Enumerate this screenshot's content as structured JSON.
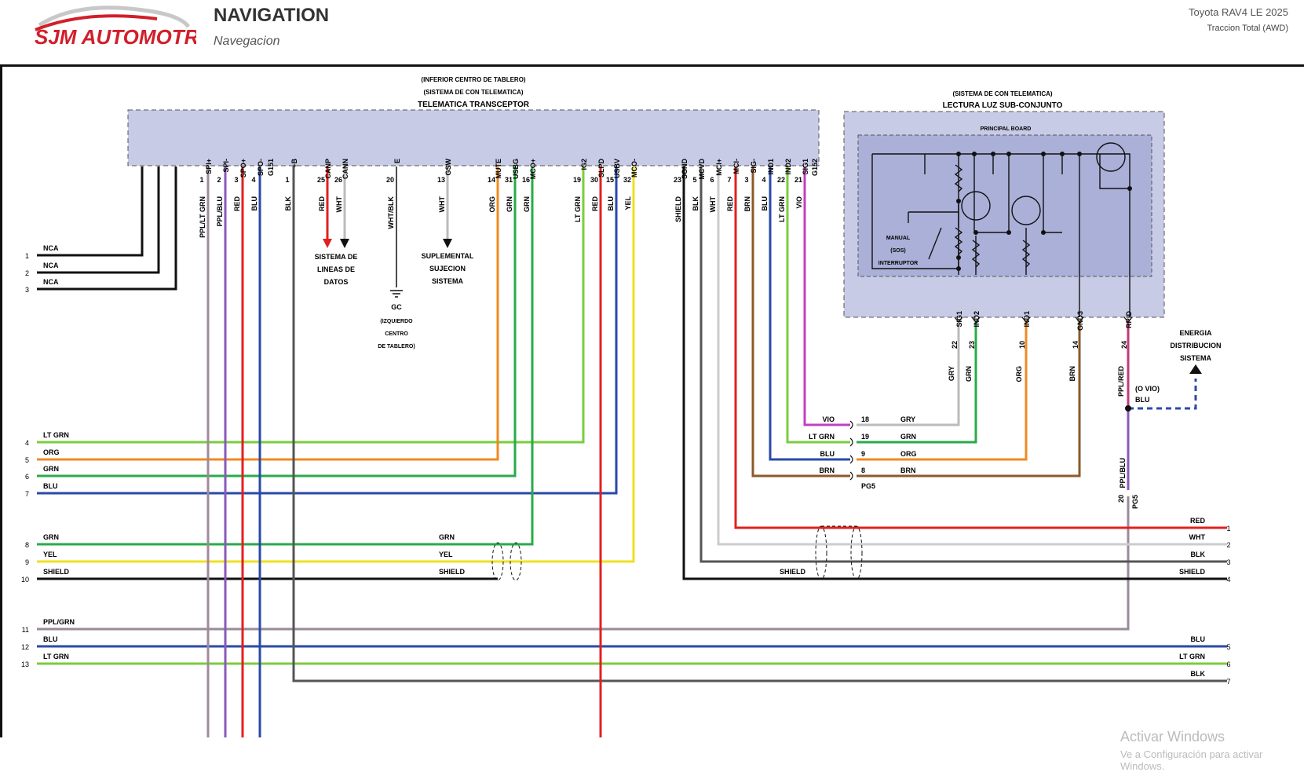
{
  "header": {
    "logo_text": "SJM AUTOMOTRIZ",
    "title": "NAVIGATION",
    "subtitle": "Navegacion",
    "vehicle": "Toyota RAV4 LE 2025",
    "drive": "Traccion Total (AWD)"
  },
  "transceiver": {
    "line1": "(INFERIOR CENTRO DE TABLERO)",
    "line2": "(SISTEMA DE CON TELEMATICA)",
    "line3": "TELEMATICA TRANSCEPTOR"
  },
  "sub_assembly": {
    "line1": "(SISTEMA DE CON TELEMATICA)",
    "line2": "LECTURA LUZ SUB-CONJUNTO",
    "board": "PRINCIPAL BOARD",
    "manual": "MANUAL",
    "sos": "(SOS)",
    "switch": "INTERRUPTOR"
  },
  "notes": {
    "data_lines": [
      "SISTEMA DE",
      "LINEAS DE",
      "DATOS"
    ],
    "srs": [
      "SUPLEMENTAL",
      "SUJECION",
      "SISTEMA"
    ],
    "ground": [
      "GC",
      "(IZQUIERDO",
      "CENTRO",
      "DE TABLERO)"
    ],
    "power": [
      "ENERGIA",
      "DISTRIBUCION",
      "SISTEMA"
    ],
    "o_vio": "(O VIO)",
    "blu": "BLU"
  },
  "pins": [
    {
      "name": "SPI+",
      "num": "1",
      "color": "PPL/LT GRN",
      "hex": "#a08a9a"
    },
    {
      "name": "SPI-",
      "num": "2",
      "color": "PPL/BLU",
      "hex": "#8a5ab8"
    },
    {
      "name": "SPO+",
      "num": "3",
      "color": "RED",
      "hex": "#e02020"
    },
    {
      "name": "SPO-",
      "num": "4",
      "color": "BLU",
      "hex": "#2a4aa8"
    },
    {
      "name": "G151",
      "num": "",
      "color": "",
      "hex": ""
    },
    {
      "name": "+B",
      "num": "1",
      "color": "BLK",
      "hex": "#555555"
    },
    {
      "name": "CANP",
      "num": "25",
      "color": "RED",
      "hex": "#e02020"
    },
    {
      "name": "CANN",
      "num": "26",
      "color": "WHT",
      "hex": "#cccccc"
    },
    {
      "name": "E",
      "num": "20",
      "color": "WHT/BLK",
      "hex": "#777777"
    },
    {
      "name": "GSW",
      "num": "13",
      "color": "WHT",
      "hex": "#cccccc"
    },
    {
      "name": "MUTE",
      "num": "14",
      "color": "ORG",
      "hex": "#f08a20"
    },
    {
      "name": "USBG",
      "num": "31",
      "color": "GRN",
      "hex": "#2aaa4a"
    },
    {
      "name": "MCO+",
      "num": "16",
      "color": "GRN",
      "hex": "#2aaa4a"
    },
    {
      "name": "IG2",
      "num": "19",
      "color": "LT GRN",
      "hex": "#7acc40"
    },
    {
      "name": "SLPD",
      "num": "30",
      "color": "RED",
      "hex": "#e02020"
    },
    {
      "name": "USBV",
      "num": "15",
      "color": "BLU",
      "hex": "#2a4aa8"
    },
    {
      "name": "MCO-",
      "num": "32",
      "color": "YEL",
      "hex": "#f0e020"
    },
    {
      "name": "SGND",
      "num": "23",
      "color": "SHIELD",
      "hex": "#333333"
    },
    {
      "name": "MCVD",
      "num": "5",
      "color": "BLK",
      "hex": "#555555"
    },
    {
      "name": "MCI+",
      "num": "6",
      "color": "WHT",
      "hex": "#cccccc"
    },
    {
      "name": "MCI-",
      "num": "7",
      "color": "RED",
      "hex": "#e02020"
    },
    {
      "name": "SIG-",
      "num": "3",
      "color": "BRN",
      "hex": "#8a5a2a"
    },
    {
      "name": "IND1",
      "num": "4",
      "color": "BLU",
      "hex": "#2a4aa8"
    },
    {
      "name": "IND2",
      "num": "22",
      "color": "LT GRN",
      "hex": "#7acc40"
    },
    {
      "name": "SIG1",
      "num": "21",
      "color": "VIO",
      "hex": "#c040c0"
    },
    {
      "name": "G152",
      "num": "",
      "color": "",
      "hex": ""
    }
  ],
  "left_wires": [
    {
      "num": "1",
      "label": "NCA"
    },
    {
      "num": "2",
      "label": "NCA"
    },
    {
      "num": "3",
      "label": "NCA"
    },
    {
      "num": "4",
      "label": "LT GRN"
    },
    {
      "num": "5",
      "label": "ORG"
    },
    {
      "num": "6",
      "label": "GRN"
    },
    {
      "num": "7",
      "label": "BLU"
    },
    {
      "num": "8",
      "label": "GRN"
    },
    {
      "num": "9",
      "label": "YEL"
    },
    {
      "num": "10",
      "label": "SHIELD"
    },
    {
      "num": "11",
      "label": "PPL/GRN"
    },
    {
      "num": "12",
      "label": "BLU"
    },
    {
      "num": "13",
      "label": "LT GRN"
    }
  ],
  "mid_labels": [
    "GRN",
    "YEL",
    "SHIELD"
  ],
  "right_wires": [
    {
      "num": "1",
      "label": "RED"
    },
    {
      "num": "2",
      "label": "WHT"
    },
    {
      "num": "3",
      "label": "BLK"
    },
    {
      "num": "4",
      "label": "SHIELD"
    },
    {
      "num": "5",
      "label": "BLU"
    },
    {
      "num": "6",
      "label": "LT GRN"
    },
    {
      "num": "7",
      "label": "BLK"
    }
  ],
  "shield_mid": "SHIELD",
  "pg5": {
    "left": [
      {
        "label": "VIO",
        "num": "18",
        "right": "GRY"
      },
      {
        "label": "LT GRN",
        "num": "19",
        "right": "GRN"
      },
      {
        "label": "BLU",
        "num": "9",
        "right": "ORG"
      },
      {
        "label": "BRN",
        "num": "8",
        "right": "BRN"
      }
    ],
    "name": "PG5"
  },
  "sub_pins": [
    {
      "name": "SIG1",
      "num": "22",
      "color": "GRY"
    },
    {
      "name": "IND2",
      "num": "23",
      "color": "GRN"
    },
    {
      "name": "IND1",
      "num": "10",
      "color": "ORG"
    },
    {
      "name": "GND3",
      "num": "14",
      "color": "BRN"
    },
    {
      "name": "RRID",
      "num": "24",
      "color": "PPL/RED"
    }
  ],
  "pg5_vert": {
    "color": "PPL/BLU",
    "num": "20",
    "name": "PG5"
  },
  "watermark": {
    "line1": "Activar Windows",
    "line2": "Ve a Configuración para activar Windows."
  }
}
